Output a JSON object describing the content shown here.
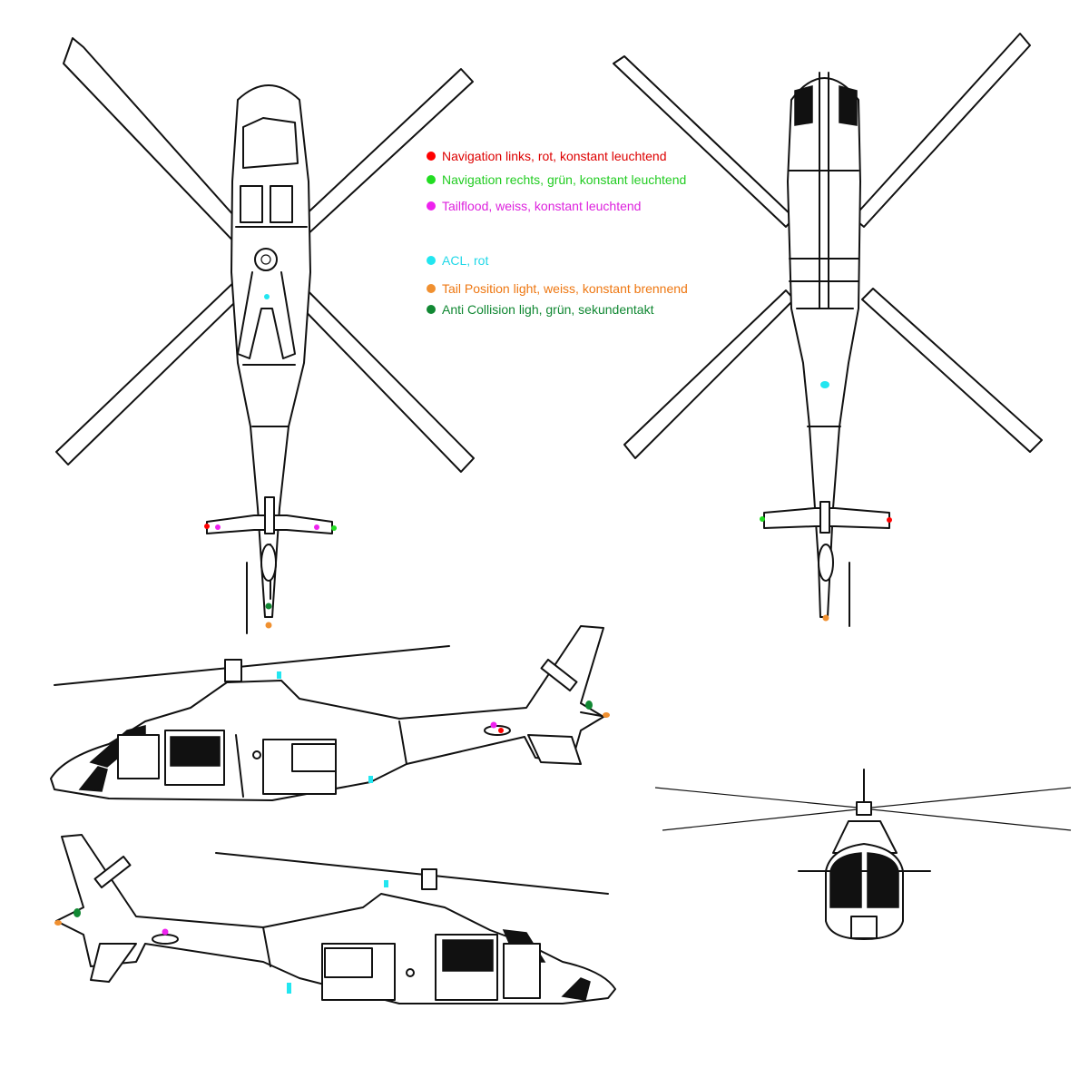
{
  "colors": {
    "nav_left": "#ff0000",
    "nav_right": "#22dd22",
    "tailflood": "#ee22ee",
    "acl": "#22e6f0",
    "tail_position": "#f09030",
    "anti_collision": "#118833"
  },
  "legend": [
    {
      "label": "Navigation links, rot, konstant leuchtend",
      "color": "#ff0000",
      "text_color": "#dd0000"
    },
    {
      "label": "Navigation rechts, grün, konstant leuchtend",
      "color": "#22dd22",
      "text_color": "#22cc22"
    },
    {
      "label": "Tailflood, weiss, konstant leuchtend",
      "color": "#ee22ee",
      "text_color": "#dd22dd"
    },
    {
      "label": "ACL, rot",
      "color": "#22e6f0",
      "text_color": "#22d8e8"
    },
    {
      "label": "Tail Position light, weiss, konstant brennend",
      "color": "#f09030",
      "text_color": "#ee7711"
    },
    {
      "label": "Anti Collision ligh, grün, sekundentakt",
      "color": "#118833",
      "text_color": "#118833"
    }
  ]
}
